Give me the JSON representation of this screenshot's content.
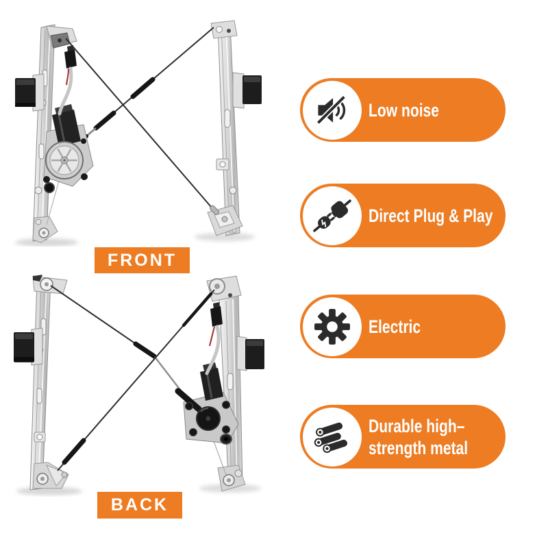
{
  "page": {
    "background": "#ffffff"
  },
  "colors": {
    "accent_orange": "#ED7C23",
    "icon_black": "#2B2B2B",
    "badge_text_white": "#FFFFFF"
  },
  "product": {
    "views": [
      {
        "id": "front",
        "tag": "FRONT"
      },
      {
        "id": "back",
        "tag": "BACK"
      }
    ]
  },
  "features": [
    {
      "icon": "muted-speaker-icon",
      "label": "Low noise"
    },
    {
      "icon": "power-plug-icon",
      "label": "Direct Plug & Play"
    },
    {
      "icon": "gear-icon",
      "label": "Electric"
    },
    {
      "icon": "metal-pipes-icon",
      "label": "Durable high–strength metal",
      "label_lines": [
        "Durable high–",
        "strength metal"
      ]
    }
  ]
}
